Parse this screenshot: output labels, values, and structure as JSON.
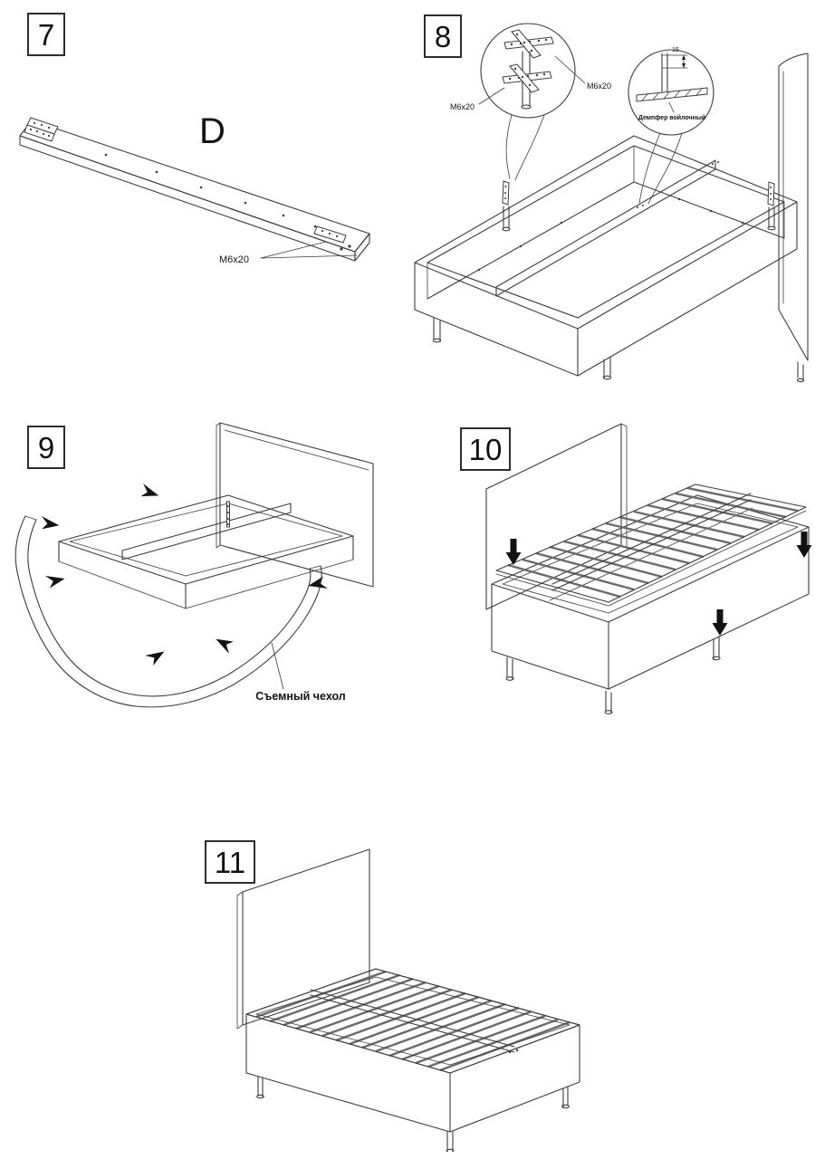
{
  "page": {
    "kind": "furniture-assembly-instructions",
    "colors": {
      "background": "#ffffff",
      "line": "#3c3c3c",
      "arrow": "#121212"
    }
  },
  "steps": {
    "step7": {
      "number": "7",
      "part_label": "D",
      "hardware_label": "M6x20"
    },
    "step8": {
      "number": "8",
      "callout_bracket": {
        "hardware_label_left": "M6x20",
        "hardware_label_right": "M6x20"
      },
      "callout_damper": {
        "dimension": "15",
        "label": "Демпфер войлочный"
      }
    },
    "step9": {
      "number": "9",
      "cover_label": "Съемный чехол"
    },
    "step10": {
      "number": "10"
    },
    "step11": {
      "number": "11"
    }
  }
}
